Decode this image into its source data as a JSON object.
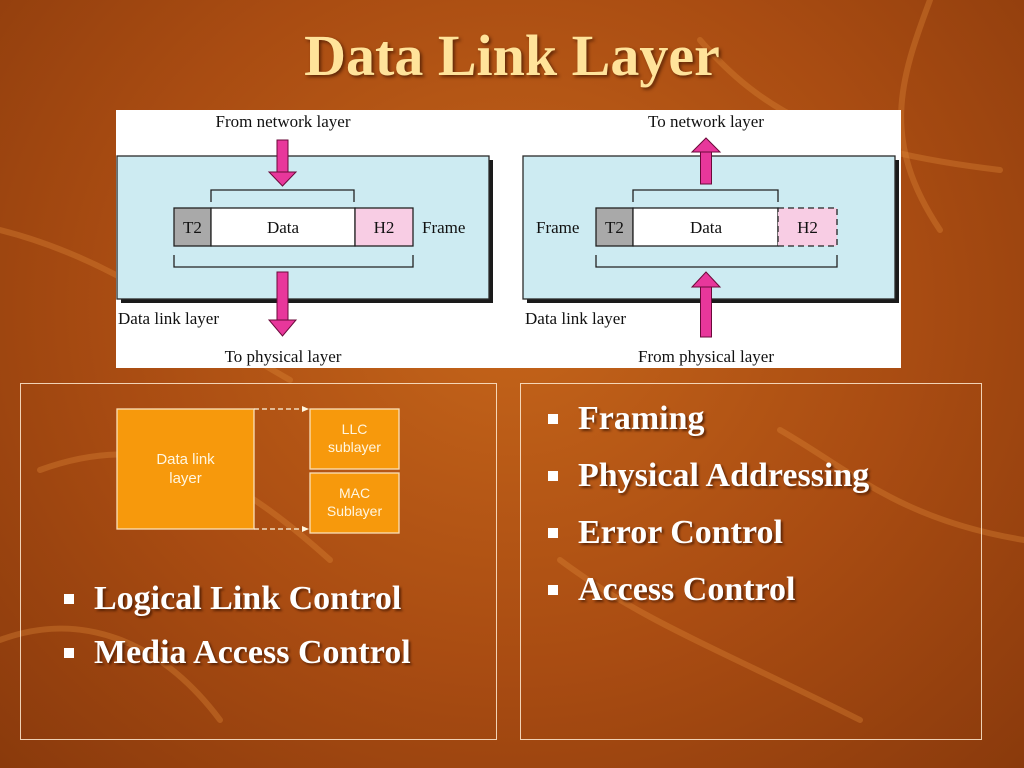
{
  "slide": {
    "title": "Data Link Layer"
  },
  "diagram": {
    "sender": {
      "top_label": "From network layer",
      "layer_label": "Data link layer",
      "bottom_label": "To physical layer",
      "frame_label": "Frame",
      "trailer": "T2",
      "data": "Data",
      "header": "H2"
    },
    "receiver": {
      "top_label": "To network layer",
      "layer_label": "Data link layer",
      "bottom_label": "From physical layer",
      "frame_label": "Frame",
      "trailer": "T2",
      "data": "Data",
      "header": "H2"
    },
    "colors": {
      "layer_fill": "#cdebf2",
      "arrow": "#e8379b",
      "trailer_fill": "#a9a9a9",
      "header_fill": "#f8cde4"
    }
  },
  "sublayers": {
    "main_line1": "Data link",
    "main_line2": "layer",
    "llc_line1": "LLC",
    "llc_line2": "sublayer",
    "mac_line1": "MAC",
    "mac_line2": "Sublayer",
    "colors": {
      "main": "#f7990c",
      "sub": "#f7990c",
      "text": "#fff6e0"
    }
  },
  "left_bullets": [
    "Logical Link Control",
    "Media Access Control"
  ],
  "right_bullets": [
    "Framing",
    "Physical Addressing",
    "Error Control",
    "Access Control"
  ]
}
